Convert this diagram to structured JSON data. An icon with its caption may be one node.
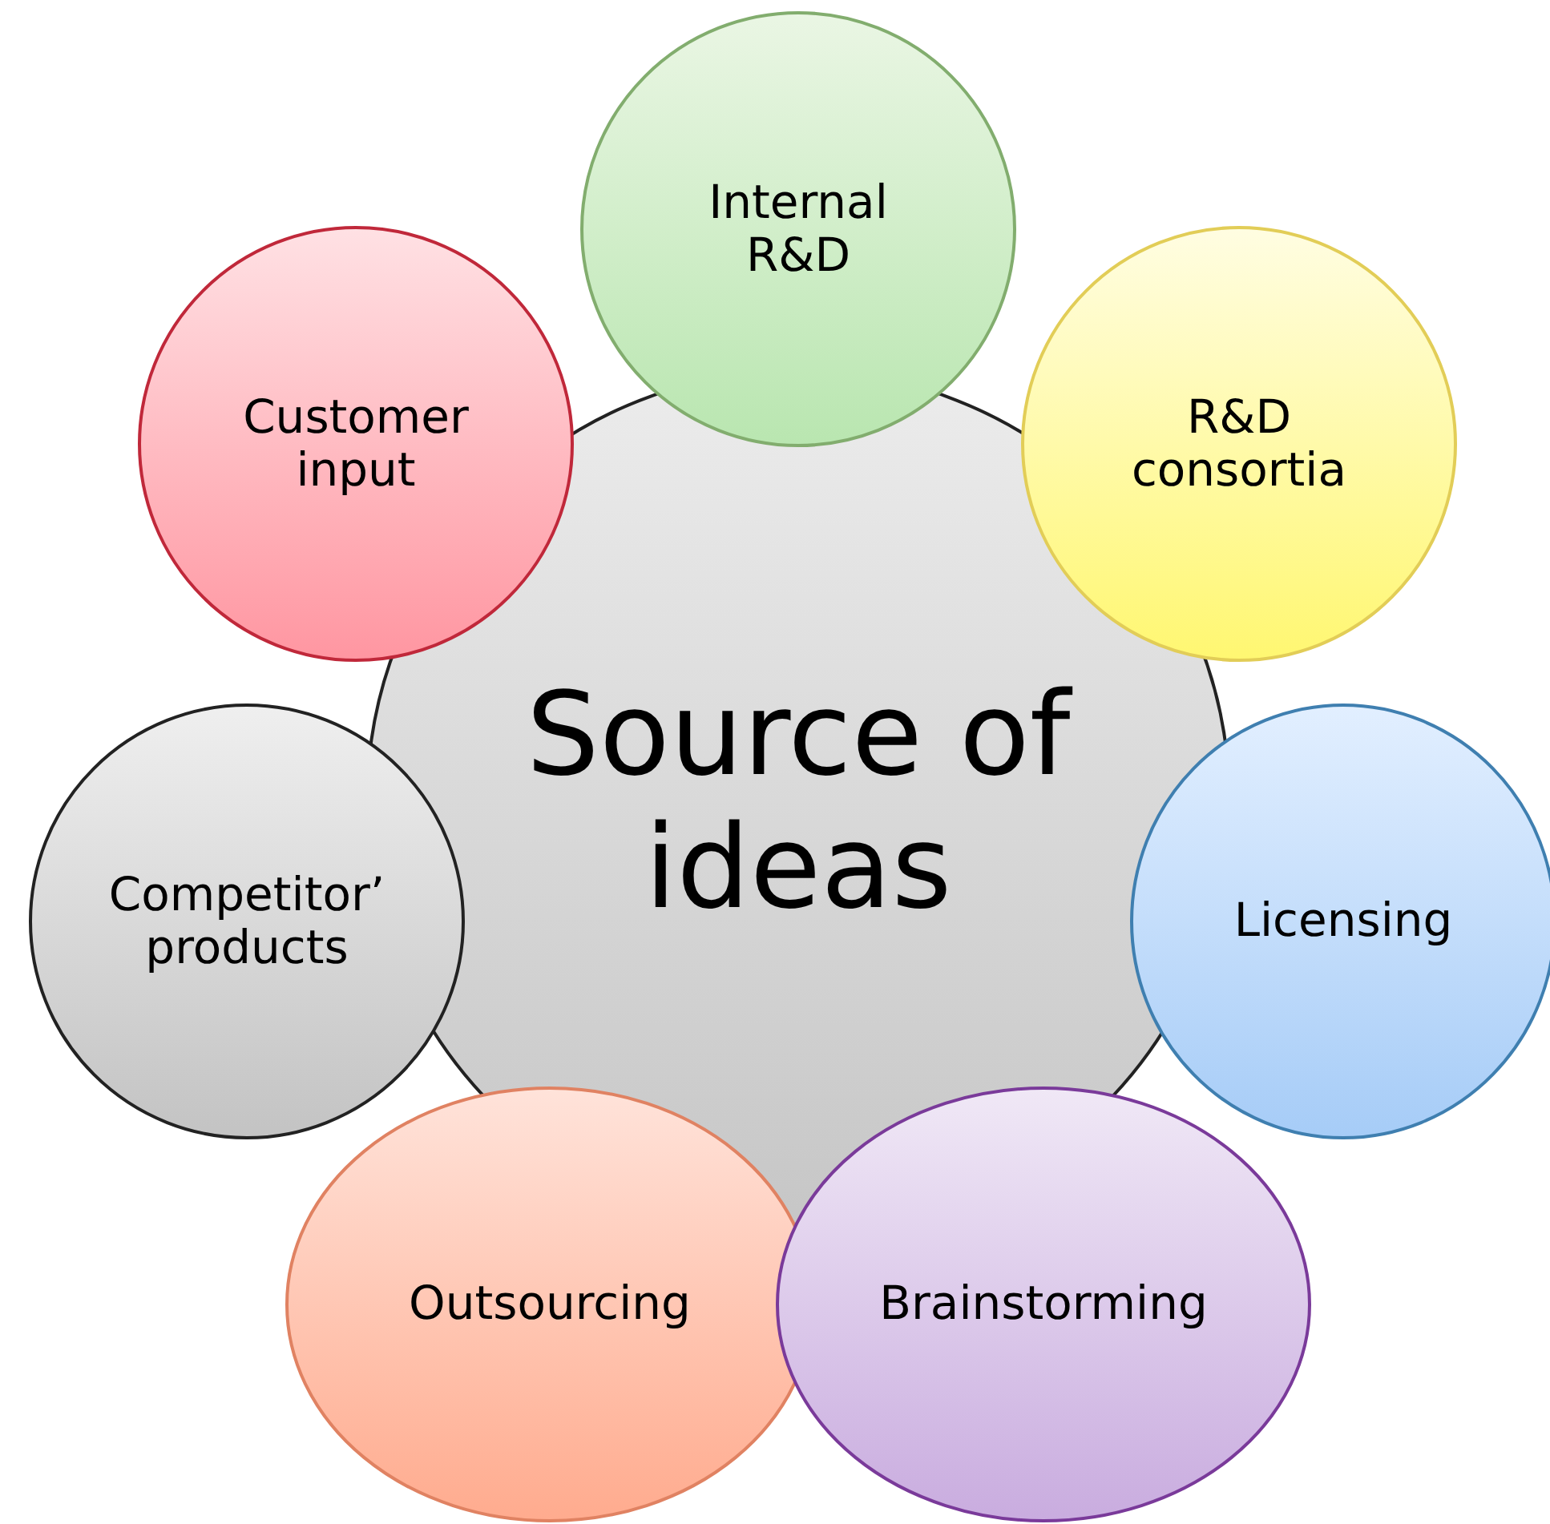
{
  "diagram": {
    "nodes": [
      {
        "text": [
          "Source of ideas"
        ]
      },
      {
        "text": [
          "Internal R&D"
        ]
      },
      {
        "text": [
          "R&D consortia"
        ]
      },
      {
        "text": [
          "Licensing"
        ]
      },
      {
        "text": [
          "Brainstorming"
        ]
      },
      {
        "text": [
          "Outsourcing"
        ]
      },
      {
        "text": [
          "Competitor’ products"
        ]
      },
      {
        "text": [
          "Customer input"
        ]
      }
    ]
  }
}
